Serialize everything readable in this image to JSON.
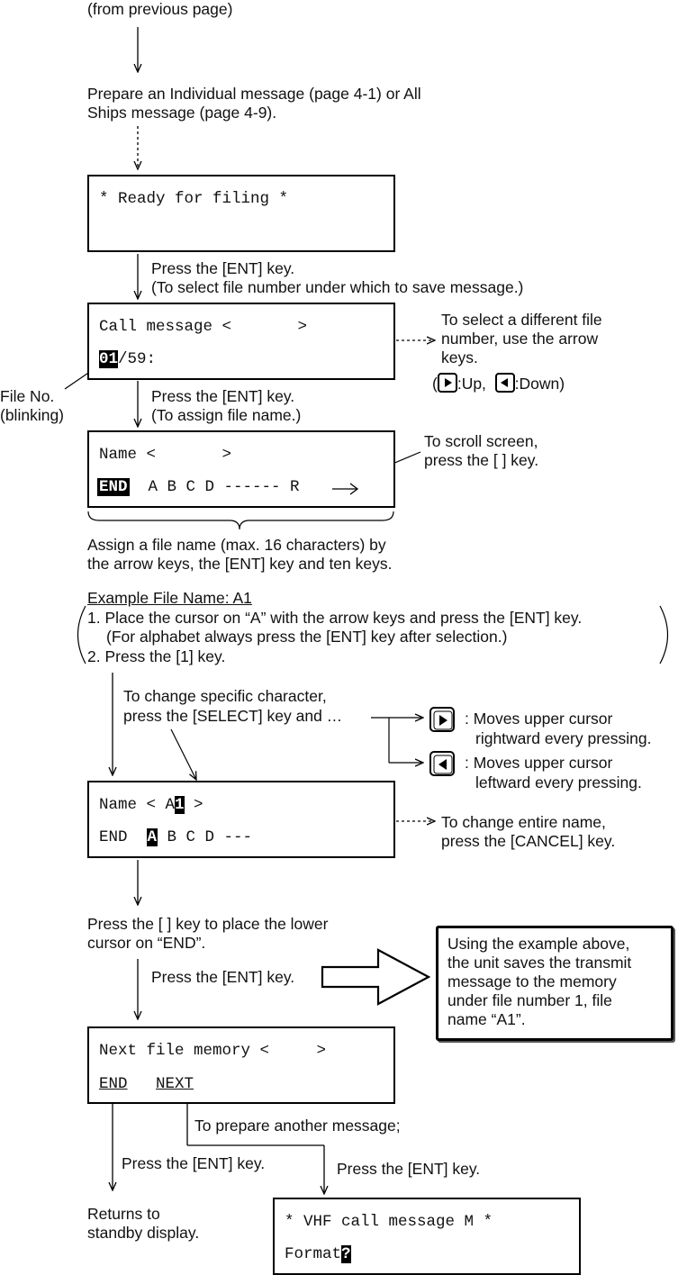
{
  "flow": {
    "from_prev": "(from previous page)",
    "prepare_1": "Prepare an Individual message (page 4-1) or All",
    "prepare_2": "Ships message (page 4-9).",
    "ready_screen": "* Ready for filing *",
    "step_ent1_a": "Press the [ENT] key.",
    "step_ent1_b": "(To select file number under which to save message.)",
    "call_screen_line1": "Call message <       >",
    "call_screen_fileno": "01",
    "call_screen_rest": "/59:",
    "select_file_1": "To select a different file",
    "select_file_2": "number, use the arrow",
    "select_file_3": "keys.",
    "up_label": ":Up,",
    "down_label": ":Down)",
    "paren_open": "(",
    "file_no_1": "File No.",
    "file_no_2": "(blinking)",
    "step_ent2_a": "Press the [ENT] key.",
    "step_ent2_b": "(To assign file name.)",
    "name_screen_line1": "Name <       >",
    "name_end": "END",
    "name_rest": "  A B C D ------ R",
    "scroll_1": "To scroll screen,",
    "scroll_2": "press the [    ] key.",
    "assign_1": "Assign a file name (max. 16 characters) by",
    "assign_2": "the arrow keys, the [ENT] key and ten keys.",
    "example_title": "Example File Name: A1",
    "example_1": "1. Place the cursor on “A” with the arrow keys and press the [ENT] key.",
    "example_1b": "(For alphabet always press the [ENT] key after selection.)",
    "example_2": "2. Press the [1] key.",
    "change_char_1": "To change specific character,",
    "change_char_2": "press the [SELECT] key and …",
    "moves_right_1": ": Moves upper cursor",
    "moves_right_2": "rightward every pressing.",
    "moves_left_1": ": Moves upper cursor",
    "moves_left_2": "leftward every pressing.",
    "a1_line1_pre": "Name < A",
    "a1_line1_cursor": "1",
    "a1_line1_post": " >",
    "a1_line2_pre": "END  ",
    "a1_line2_cursor": "A",
    "a1_line2_post": " B C D ---",
    "change_name_1": "To change entire name,",
    "change_name_2": "press the [CANCEL] key.",
    "lower_cursor_1": "Press the [    ] key to place the lower",
    "lower_cursor_2": "cursor on “END”.",
    "step_ent3": "Press the [ENT] key.",
    "note_1": "Using the example above,",
    "note_2": "the unit saves the transmit",
    "note_3": "message to the memory",
    "note_4": "under file number 1, file",
    "note_5": "name “A1”.",
    "next_screen_line1": "Next file memory <     >",
    "next_end": "END",
    "next_next": "NEXT",
    "prepare_another": "To prepare another message;",
    "press_ent_left": "Press the [ENT] key.",
    "press_ent_right": "Press the [ENT] key.",
    "returns_1": "Returns to",
    "returns_2": "standby display.",
    "vhf_screen_line1": "* VHF call message M *",
    "vhf_format": "Format",
    "vhf_cursor": "?"
  }
}
